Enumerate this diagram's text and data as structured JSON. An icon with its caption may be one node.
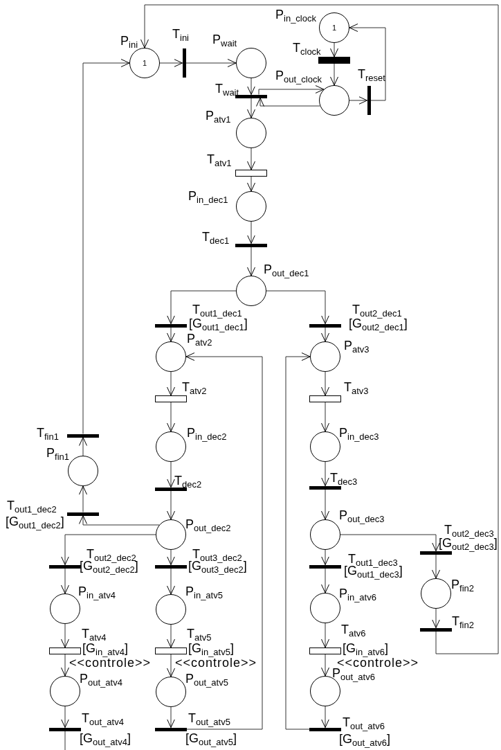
{
  "diagram": {
    "nodes": [
      {
        "text": [
          "1"
        ],
        "beside": [
          "P$_{ini}$"
        ]
      },
      {
        "text": [],
        "shape": "bar",
        "beside": [
          "T$_{ini}$"
        ]
      },
      {
        "text": [],
        "shape": "circle",
        "beside": [
          "P$_{wait}$"
        ]
      },
      {
        "text": [
          "1"
        ],
        "beside": [
          "P$_{in_clock}$"
        ]
      },
      {
        "text": [],
        "shape": "bar",
        "beside": [
          "T$_{clock}$"
        ]
      },
      {
        "text": [],
        "shape": "bar",
        "beside": [
          "T$_{wait}$"
        ]
      },
      {
        "text": [],
        "shape": "circle",
        "beside": [
          "P$_{out_clock}$"
        ]
      },
      {
        "text": [],
        "shape": "bar",
        "beside": [
          "T$_{reset}$"
        ]
      },
      {
        "text": [],
        "shape": "circle",
        "beside": [
          "P$_{atv1}$"
        ]
      },
      {
        "text": [],
        "shape": "box",
        "beside": [
          "T$_{atv1}$"
        ]
      },
      {
        "text": [],
        "shape": "circle",
        "beside": [
          "P$_{in_dec1}$"
        ]
      },
      {
        "text": [],
        "shape": "bar",
        "beside": [
          "T$_{dec1}$"
        ]
      },
      {
        "text": [],
        "shape": "circle",
        "beside": [
          "P$_{out_dec1}$"
        ]
      },
      {
        "text": [],
        "shape": "bar",
        "beside": [
          "T$_{out1_dec1}$",
          "[G$_{out1_dec1}$]"
        ]
      },
      {
        "text": [],
        "shape": "bar",
        "beside": [
          "T$_{out2_dec1}$",
          "[G$_{out2_dec1}$]"
        ]
      },
      {
        "text": [],
        "shape": "circle",
        "beside": [
          "P$_{atv2}$"
        ]
      },
      {
        "text": [],
        "shape": "circle",
        "beside": [
          "P$_{atv3}$"
        ]
      },
      {
        "text": [],
        "shape": "box",
        "beside": [
          "T$_{atv2}$"
        ]
      },
      {
        "text": [],
        "shape": "box",
        "beside": [
          "T$_{atv3}$"
        ]
      },
      {
        "text": [],
        "shape": "bar",
        "beside": [
          "T$_{fin1}$"
        ]
      },
      {
        "text": [],
        "shape": "circle",
        "beside": [
          "P$_{in_dec2}$"
        ]
      },
      {
        "text": [],
        "shape": "circle",
        "beside": [
          "P$_{in_dec3}$"
        ]
      },
      {
        "text": [],
        "shape": "circle",
        "beside": [
          "P$_{fin1}$"
        ]
      },
      {
        "text": [],
        "shape": "bar",
        "beside": [
          "T$_{dec2}$"
        ]
      },
      {
        "text": [],
        "shape": "bar",
        "beside": [
          "T$_{dec3}$"
        ]
      },
      {
        "text": [],
        "shape": "bar",
        "beside": [
          "T$_{out1_dec2}$",
          "[G$_{out1_dec2}$]"
        ]
      },
      {
        "text": [],
        "shape": "circle",
        "beside": [
          "P$_{out_dec2}$"
        ]
      },
      {
        "text": [],
        "shape": "circle",
        "beside": [
          "P$_{out_dec3}$"
        ]
      },
      {
        "text": [],
        "shape": "bar",
        "beside": [
          "T$_{out2_dec2}$",
          "[G$_{out2_dec2}$]"
        ]
      },
      {
        "text": [],
        "shape": "bar",
        "beside": [
          "T$_{out3_dec2}$",
          "[G$_{out3_dec2}$]"
        ]
      },
      {
        "text": [],
        "shape": "bar",
        "beside": [
          "T$_{out1_dec3}$",
          "[G$_{out1_dec3}$]"
        ]
      },
      {
        "text": [],
        "shape": "bar",
        "beside": [
          "T$_{out2_dec3}$",
          "[G$_{out2_dec3}$]"
        ]
      },
      {
        "text": [],
        "shape": "circle",
        "beside": [
          "P$_{in_atv4}$"
        ]
      },
      {
        "text": [],
        "shape": "circle",
        "beside": [
          "P$_{in_atv5}$"
        ]
      },
      {
        "text": [],
        "shape": "circle",
        "beside": [
          "P$_{in_atv6}$"
        ]
      },
      {
        "text": [],
        "shape": "circle",
        "beside": [
          "P$_{fin2}$"
        ]
      },
      {
        "text": [],
        "shape": "bar",
        "beside": [
          "T$_{fin2}$"
        ]
      },
      {
        "text": [],
        "shape": "box",
        "beside": [
          "T$_{atv4}$",
          "[G$_{in_atv4}$]",
          "<<controle>>"
        ]
      },
      {
        "text": [],
        "shape": "box",
        "beside": [
          "T$_{atv5}$",
          "[G$_{in_atv5}$]",
          "<<controle>>"
        ]
      },
      {
        "text": [],
        "shape": "box",
        "beside": [
          "T$_{atv6}$",
          "[G$_{in_atv6}$]",
          "<<controle>>"
        ]
      },
      {
        "text": [],
        "shape": "circle",
        "beside": [
          "P$_{out_atv4}$"
        ]
      },
      {
        "text": [],
        "shape": "circle",
        "beside": [
          "P$_{out_atv5}$"
        ]
      },
      {
        "text": [],
        "shape": "circle",
        "beside": [
          "P$_{out_atv6}$"
        ]
      },
      {
        "text": [],
        "shape": "bar",
        "beside": [
          "T$_{out_atv4}$",
          "[G$_{out_atv4}$]"
        ]
      },
      {
        "text": [],
        "shape": "bar",
        "beside": [
          "T$_{out_atv5}$",
          "[G$_{out_atv5}$]"
        ]
      },
      {
        "text": [],
        "shape": "bar",
        "beside": [
          "T$_{out_atv6}$",
          "[G$_{out_atv6}$]"
        ]
      }
    ],
    "edges": [
      {
        "from": 0,
        "to": 1,
        "arrow": "to"
      },
      {
        "from": 1,
        "to": 2,
        "arrow": "to"
      },
      {
        "from": 2,
        "to": 5,
        "arrow": "to"
      },
      {
        "from": 5,
        "to": 8,
        "arrow": "to"
      },
      {
        "from": 5,
        "to": 6,
        "arrow": "to"
      },
      {
        "from": 6,
        "to": 5,
        "arrow": "to"
      },
      {
        "from": 3,
        "to": 4,
        "arrow": "to"
      },
      {
        "from": 4,
        "to": 6,
        "arrow": "to"
      },
      {
        "from": 6,
        "to": 7,
        "arrow": "to"
      },
      {
        "from": 7,
        "to": 3,
        "arrow": "to"
      },
      {
        "from": 8,
        "to": 9,
        "arrow": "to"
      },
      {
        "from": 9,
        "to": 10,
        "arrow": "to"
      },
      {
        "from": 10,
        "to": 11,
        "arrow": "to"
      },
      {
        "from": 11,
        "to": 12,
        "arrow": "to"
      },
      {
        "from": 12,
        "to": 13,
        "arrow": "to"
      },
      {
        "from": 12,
        "to": 14,
        "arrow": "to"
      },
      {
        "from": 13,
        "to": 15,
        "arrow": "to"
      },
      {
        "from": 14,
        "to": 16,
        "arrow": "to"
      },
      {
        "from": 15,
        "to": 17,
        "arrow": "to"
      },
      {
        "from": 17,
        "to": 20,
        "arrow": "to"
      },
      {
        "from": 20,
        "to": 23,
        "arrow": "to"
      },
      {
        "from": 23,
        "to": 26,
        "arrow": "to"
      },
      {
        "from": 16,
        "to": 18,
        "arrow": "to"
      },
      {
        "from": 18,
        "to": 21,
        "arrow": "to"
      },
      {
        "from": 21,
        "to": 24,
        "arrow": "to"
      },
      {
        "from": 24,
        "to": 27,
        "arrow": "to"
      },
      {
        "from": 26,
        "to": 25,
        "arrow": "to"
      },
      {
        "from": 25,
        "to": 22,
        "arrow": "to"
      },
      {
        "from": 22,
        "to": 19,
        "arrow": "to"
      },
      {
        "from": 19,
        "to": 0,
        "arrow": "to"
      },
      {
        "from": 26,
        "to": 28,
        "arrow": "to"
      },
      {
        "from": 26,
        "to": 29,
        "arrow": "to"
      },
      {
        "from": 28,
        "to": 32,
        "arrow": "to"
      },
      {
        "from": 29,
        "to": 33,
        "arrow": "to"
      },
      {
        "from": 32,
        "to": 37,
        "arrow": "to"
      },
      {
        "from": 37,
        "to": 40,
        "arrow": "to"
      },
      {
        "from": 40,
        "to": 43,
        "arrow": "to"
      },
      {
        "from": 33,
        "to": 38,
        "arrow": "to"
      },
      {
        "from": 38,
        "to": 41,
        "arrow": "to"
      },
      {
        "from": 41,
        "to": 44,
        "arrow": "to"
      },
      {
        "from": 44,
        "to": 15,
        "arrow": "to"
      },
      {
        "from": 43,
        "to": null,
        "arrow": "none"
      },
      {
        "from": 27,
        "to": 30,
        "arrow": "to"
      },
      {
        "from": 27,
        "to": 31,
        "arrow": "to"
      },
      {
        "from": 30,
        "to": 34,
        "arrow": "to"
      },
      {
        "from": 34,
        "to": 39,
        "arrow": "to"
      },
      {
        "from": 39,
        "to": 42,
        "arrow": "to"
      },
      {
        "from": 42,
        "to": 45,
        "arrow": "to"
      },
      {
        "from": 45,
        "to": 16,
        "arrow": "to"
      },
      {
        "from": 31,
        "to": 35,
        "arrow": "to"
      },
      {
        "from": 35,
        "to": 36,
        "arrow": "to"
      },
      {
        "from": 36,
        "to": 0,
        "arrow": "to"
      }
    ]
  }
}
